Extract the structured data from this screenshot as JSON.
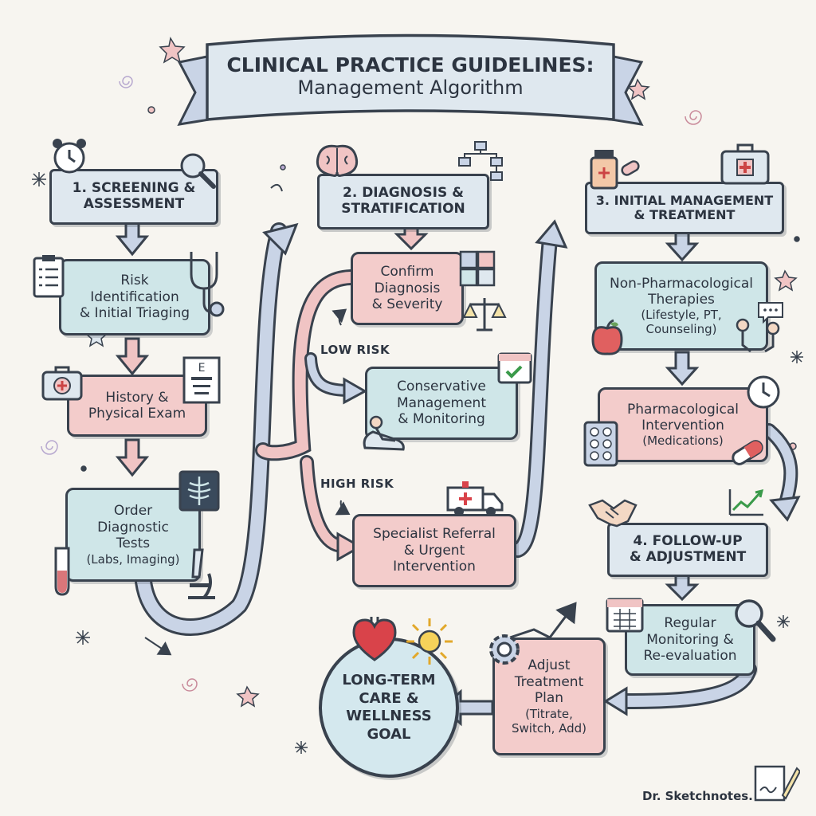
{
  "title": {
    "line1": "CLINICAL PRACTICE GUIDELINES:",
    "line2": "Management Algorithm"
  },
  "sections": {
    "s1": {
      "line1": "1. SCREENING &",
      "line2": "ASSESSMENT"
    },
    "s2": {
      "line1": "2. DIAGNOSIS &",
      "line2": "STRATIFICATION"
    },
    "s3": {
      "line1": "3. INITIAL MANAGEMENT",
      "line2": "& TREATMENT"
    },
    "s4": {
      "line1": "4. FOLLOW-UP",
      "line2": "& ADJUSTMENT"
    }
  },
  "nodes": {
    "risk": [
      "Risk",
      "Identification",
      "& Initial Triaging"
    ],
    "history": [
      "History &",
      "Physical Exam"
    ],
    "order": [
      "Order",
      "Diagnostic",
      "Tests",
      "(Labs, Imaging)"
    ],
    "confirm": [
      "Confirm",
      "Diagnosis",
      "& Severity"
    ],
    "conservative": [
      "Conservative",
      "Management",
      "& Monitoring"
    ],
    "specialist": [
      "Specialist Referral",
      "& Urgent",
      "Intervention"
    ],
    "nonpharm": [
      "Non-Pharmacological",
      "Therapies",
      "(Lifestyle, PT,",
      "Counseling)"
    ],
    "pharm": [
      "Pharmacological",
      "Intervention",
      "(Medications)"
    ],
    "monitoring": [
      "Regular",
      "Monitoring &",
      "Re-evaluation"
    ],
    "adjust": [
      "Adjust",
      "Treatment",
      "Plan",
      "(Titrate,",
      "Switch, Add)"
    ]
  },
  "goal": [
    "LONG-TERM",
    "CARE &",
    "WELLNESS",
    "GOAL"
  ],
  "branch_labels": {
    "low": "LOW RISK",
    "high": "HIGH RISK"
  },
  "signature": "Dr. Sketchnotes.",
  "colors": {
    "blue": "#cfe6e8",
    "pink": "#f3cccb",
    "ink": "#39424e",
    "ribbon": "#dfe8ef",
    "arrow_blue": "#c9d4e6",
    "arrow_pink": "#f0c4c4"
  },
  "icons": [
    "alarm-clock-icon",
    "magnifier-icon",
    "clipboard-icon",
    "stethoscope-icon",
    "first-aid-kit-icon",
    "eye-chart-icon",
    "xray-icon",
    "test-tube-icon",
    "microscope-icon",
    "brain-icon",
    "flowchart-icon",
    "puzzle-icon",
    "scales-icon",
    "calendar-check-icon",
    "recliner-patient-icon",
    "ambulance-icon",
    "medicine-bottle-icon",
    "medical-case-icon",
    "apple-icon",
    "counseling-icon",
    "clock-icon",
    "pill-blister-icon",
    "capsule-icon",
    "handshake-icon",
    "growth-chart-icon",
    "calendar-icon",
    "gear-icon",
    "heart-icon",
    "sun-icon",
    "scroll-pen-icon"
  ]
}
